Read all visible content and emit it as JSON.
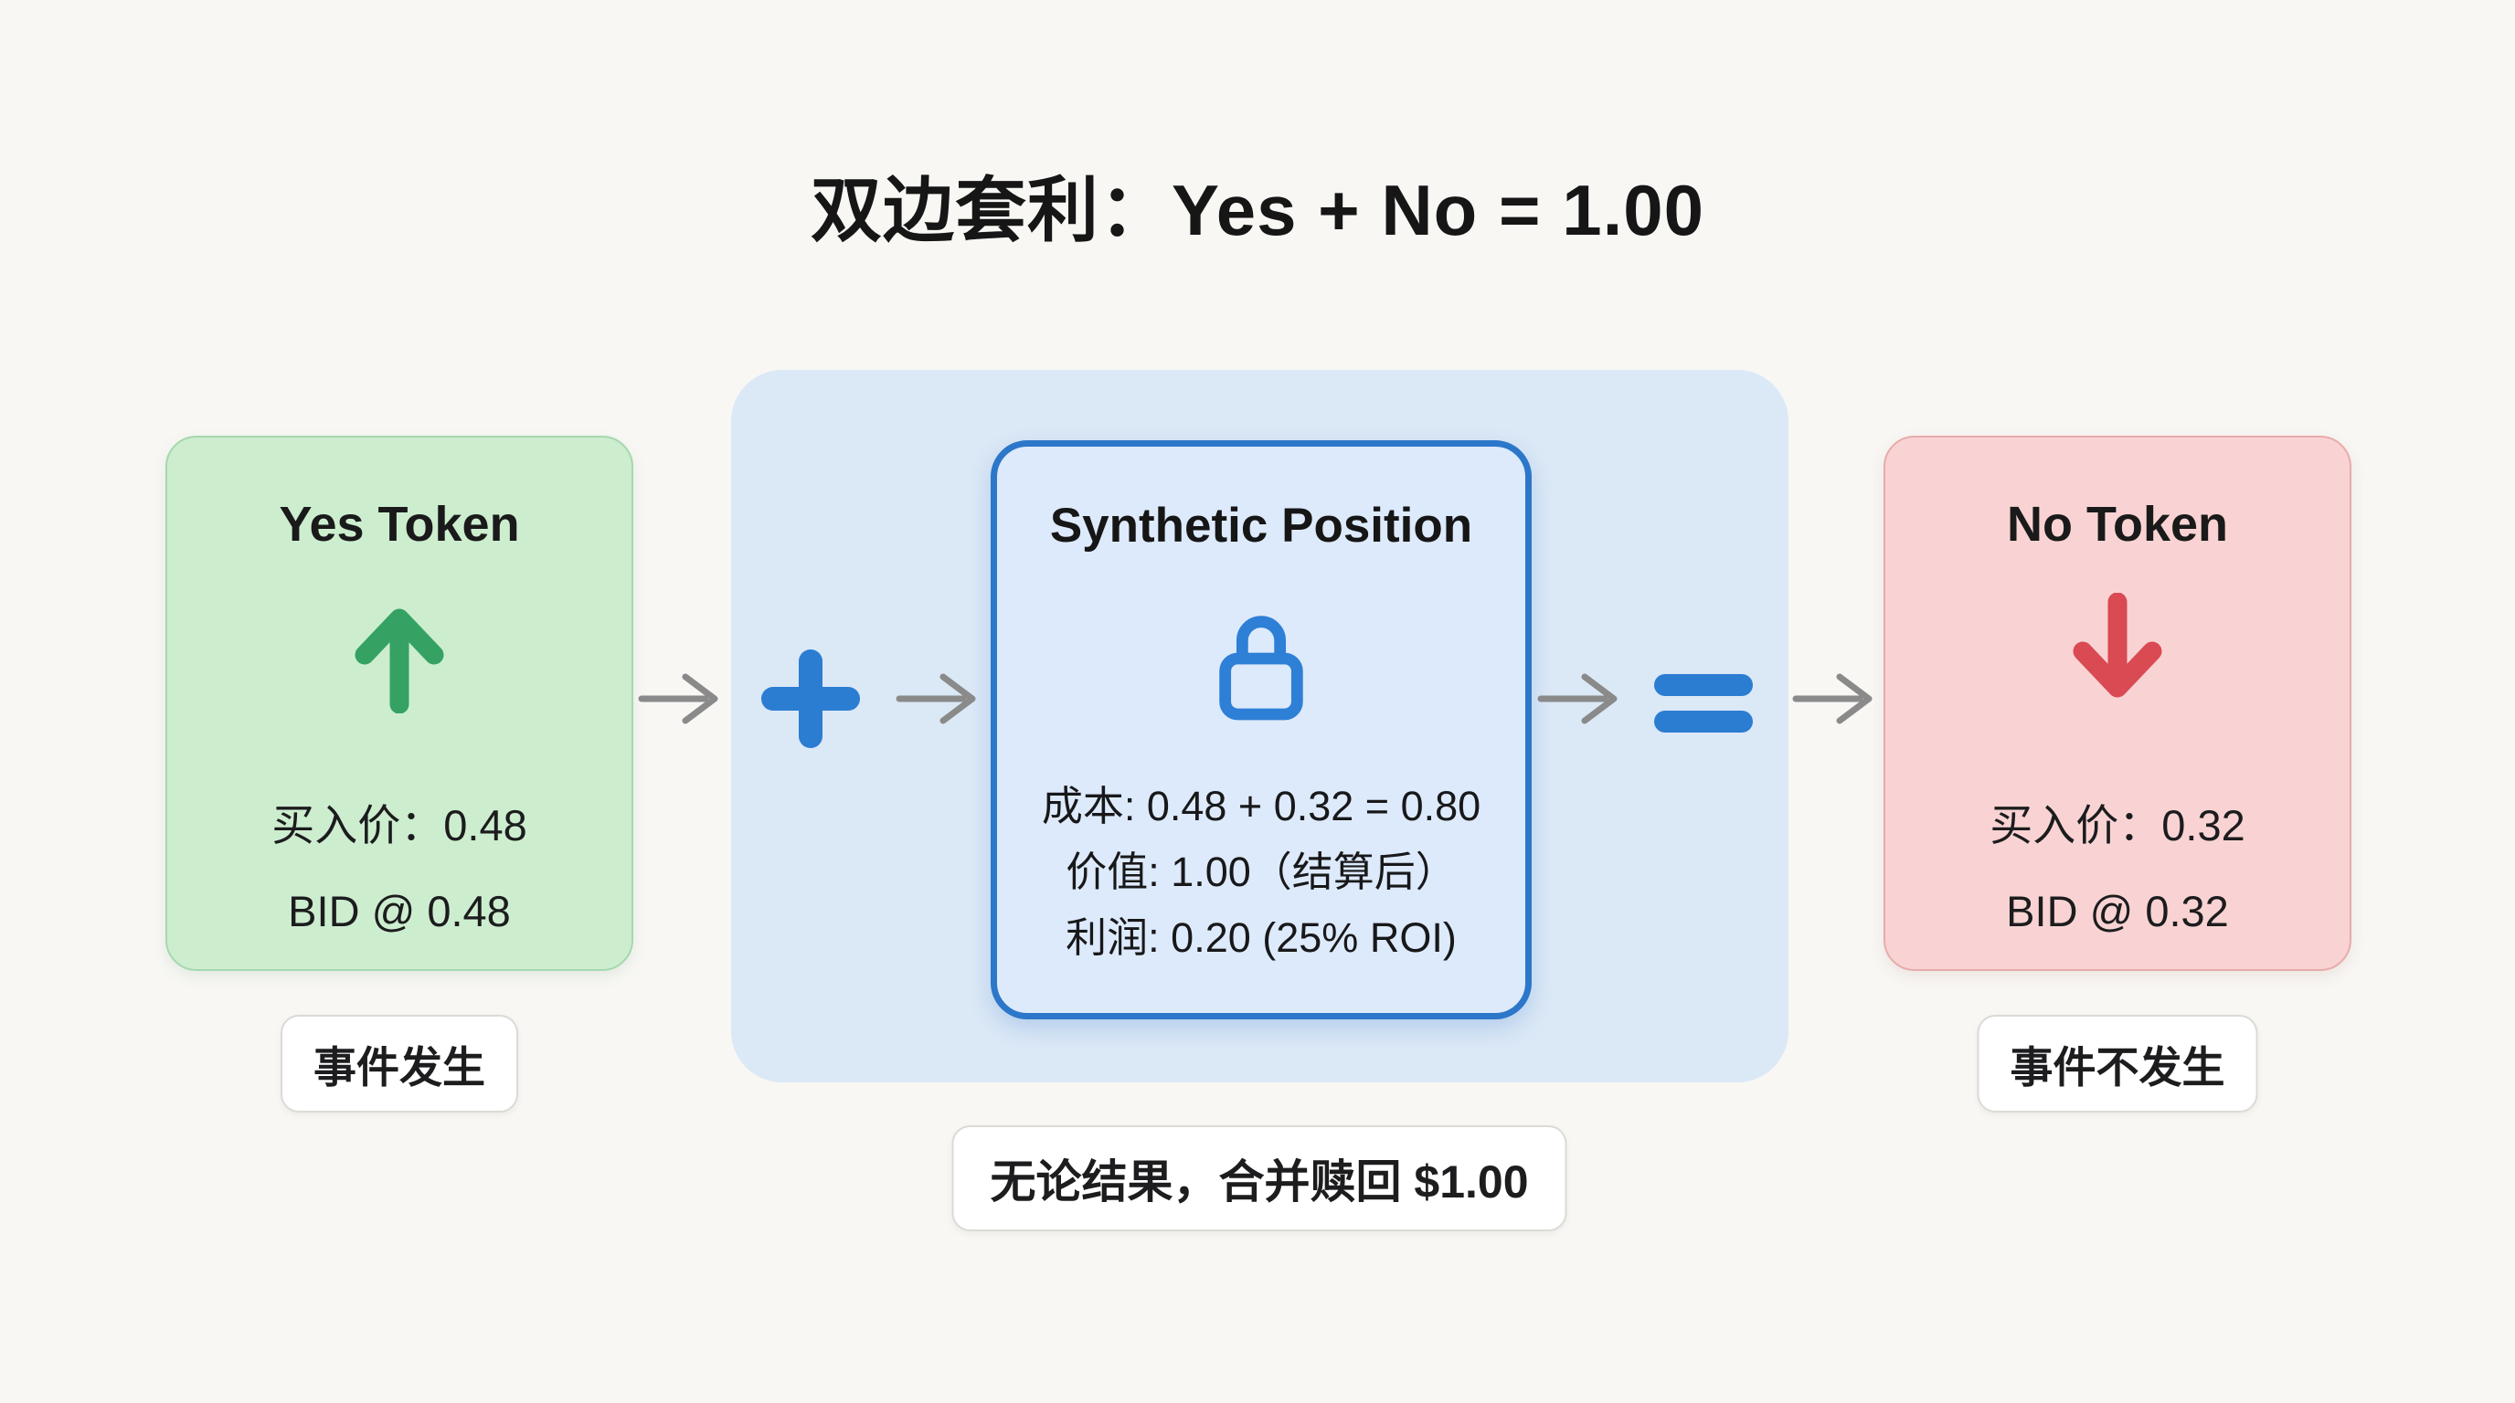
{
  "title": "双边套利：Yes + No = 1.00",
  "yes_card": {
    "title": "Yes Token",
    "icon": "arrow-up-icon",
    "buy_price": "买入价：0.48",
    "bid": "BID @ 0.48",
    "caption": "事件发生"
  },
  "no_card": {
    "title": "No Token",
    "icon": "arrow-down-icon",
    "buy_price": "买入价：0.32",
    "bid": "BID @ 0.32",
    "caption": "事件不发生"
  },
  "synthetic_card": {
    "title": "Synthetic Position",
    "icon": "lock-icon",
    "cost_line": "成本: 0.48 + 0.32 = 0.80",
    "value_line": "价值: 1.00（结算后）",
    "profit_line": "利润: 0.20 (25% ROI)"
  },
  "footer_note": "无论结果，合并赎回 $1.00",
  "operators": {
    "plus": "plus-icon",
    "equals": "equals-icon",
    "flow": "arrow-right-icon"
  },
  "colors": {
    "accent_blue": "#2b7dd2",
    "green": "#35a263",
    "red": "#d94a52",
    "panel_blue": "#dbe8f6",
    "card_green": "#cdedcf",
    "card_pink": "#f9d3d3",
    "arrow_gray": "#8a8a8a"
  }
}
